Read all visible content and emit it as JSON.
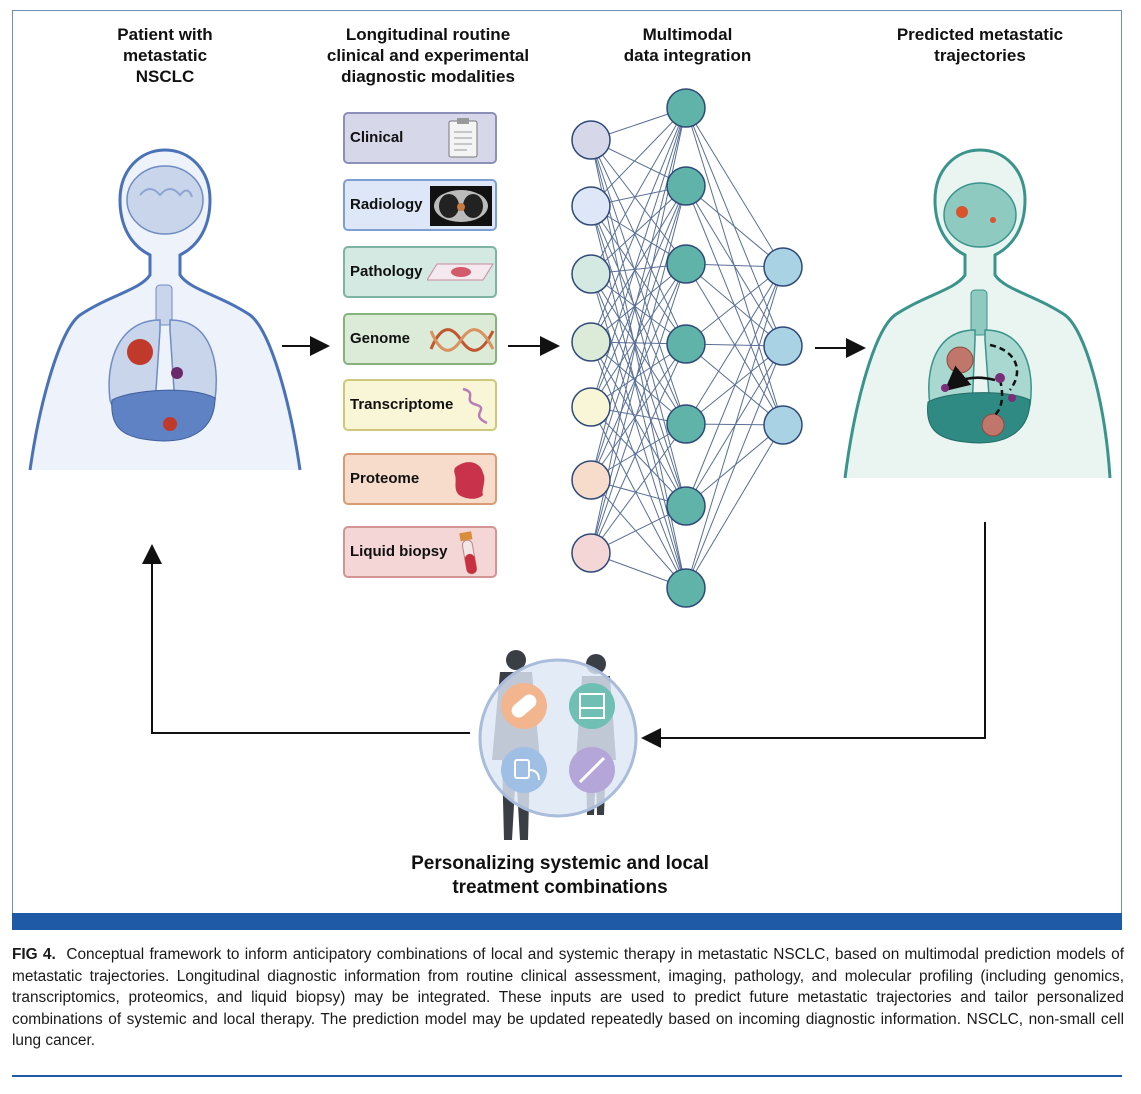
{
  "headings": {
    "patient": "Patient  with\nmetastatic\nNSCLC",
    "modalities": "Longitudinal routine\nclinical and experimental\ndiagnostic modalities",
    "integration": "Multimodal\ndata integration",
    "predicted": "Predicted metastatic\ntrajectories"
  },
  "modalities": [
    {
      "label": "Clinical",
      "fill": "#d6d8ea",
      "border": "#8c8fb8",
      "icon": "clipboard-icon"
    },
    {
      "label": "Radiology",
      "fill": "#dde7f7",
      "border": "#7e9fd4",
      "icon": "ct-scan-icon"
    },
    {
      "label": "Pathology",
      "fill": "#d3e9e2",
      "border": "#7fb3a3",
      "icon": "tissue-slide-icon"
    },
    {
      "label": "Genome",
      "fill": "#dcebd8",
      "border": "#87b27c",
      "icon": "dna-icon"
    },
    {
      "label": "Transcriptome",
      "fill": "#f8f6d6",
      "border": "#cfc77b",
      "icon": "rna-icon"
    },
    {
      "label": "Proteome",
      "fill": "#f7dccb",
      "border": "#d89b73",
      "icon": "protein-icon"
    },
    {
      "label": "Liquid biopsy",
      "fill": "#f5d6d6",
      "border": "#d49494",
      "icon": "blood-tube-icon"
    }
  ],
  "network": {
    "input_fills": [
      "#d6d8ea",
      "#dde7f7",
      "#d3e9e2",
      "#dcebd8",
      "#f8f6d6",
      "#f7dccb",
      "#f5d6d6"
    ],
    "hidden_fill": "#5fb3a9",
    "output_fill": "#a9d2e4"
  },
  "treatment": {
    "title": "Personalizing systemic and local\ntreatment combinations",
    "icons": [
      "pill-icon",
      "radiation-machine-icon",
      "iv-drip-icon",
      "scalpel-icon"
    ]
  },
  "caption": {
    "label": "FIG 4.",
    "text": "Conceptual framework to inform anticipatory combinations of local and systemic therapy in metastatic NSCLC, based on multimodal prediction models of metastatic trajectories. Longitudinal diagnostic information from routine clinical assessment, imaging, pathology, and molecular profiling (including genomics, transcriptomics, proteomics, and liquid biopsy) may be integrated. These inputs are used to predict future metastatic trajectories and tailor personalized combinations of systemic and local therapy. The prediction model may be updated repeatedly based on incoming diagnostic information. NSCLC, non-small cell lung cancer."
  },
  "colors": {
    "frame": "#6c8fb5",
    "bar": "#1f5aa6",
    "patient_body": "#4a72b8",
    "predicted_body": "#3a948c"
  }
}
